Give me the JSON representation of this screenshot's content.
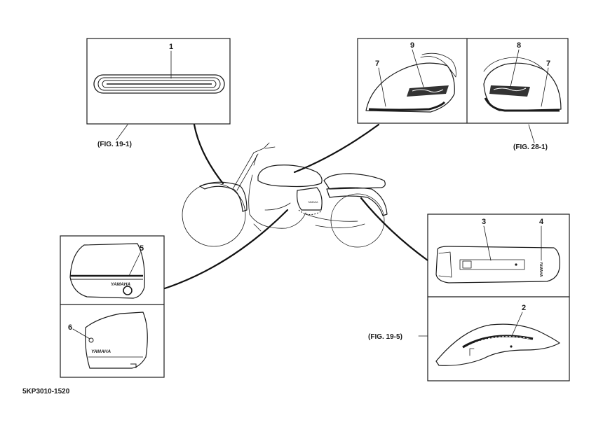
{
  "diagram": {
    "fig_labels": {
      "fig_19_1": "(FIG. 19-1)",
      "fig_28_1": "(FIG. 28-1)",
      "fig_19_5": "(FIG. 19-5)"
    },
    "part_numbers": {
      "p1": "1",
      "p2": "2",
      "p3": "3",
      "p4": "4",
      "p5": "5",
      "p6": "6",
      "p7_left": "7",
      "p7_right": "7",
      "p8": "8",
      "p9": "9"
    },
    "brand_marks": {
      "side_cover_upper": "YAMAHA",
      "side_cover_lower": "YAMAHA",
      "seat_vertical": "YAMAHA",
      "bike_panel": "YAMAHA"
    },
    "drawing_code": "5KP3010-1520"
  }
}
